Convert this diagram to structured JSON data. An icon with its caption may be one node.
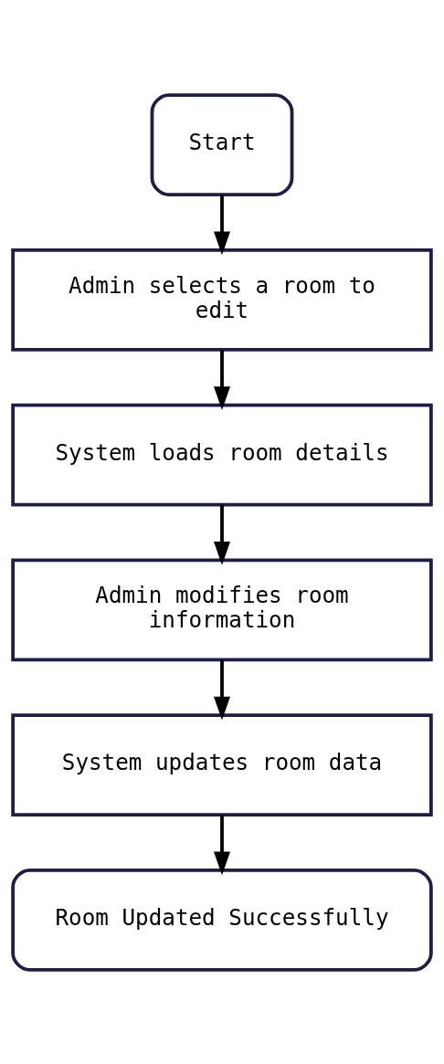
{
  "diagram": {
    "nodes": [
      {
        "text": [
          "Start"
        ]
      },
      {
        "text": [
          "Admin selects a room to edit"
        ]
      },
      {
        "text": [
          "System loads room details"
        ]
      },
      {
        "text": [
          "Admin modifies room information"
        ]
      },
      {
        "text": [
          "System updates room data"
        ]
      },
      {
        "text": [
          "Room Updated Successfully"
        ]
      }
    ],
    "edges": [
      {
        "from": 0,
        "to": 1,
        "arrow": "to"
      },
      {
        "from": 1,
        "to": 2,
        "arrow": "to"
      },
      {
        "from": 2,
        "to": 3,
        "arrow": "to"
      },
      {
        "from": 3,
        "to": 4,
        "arrow": "to"
      },
      {
        "from": 4,
        "to": 5,
        "arrow": "to"
      }
    ]
  }
}
